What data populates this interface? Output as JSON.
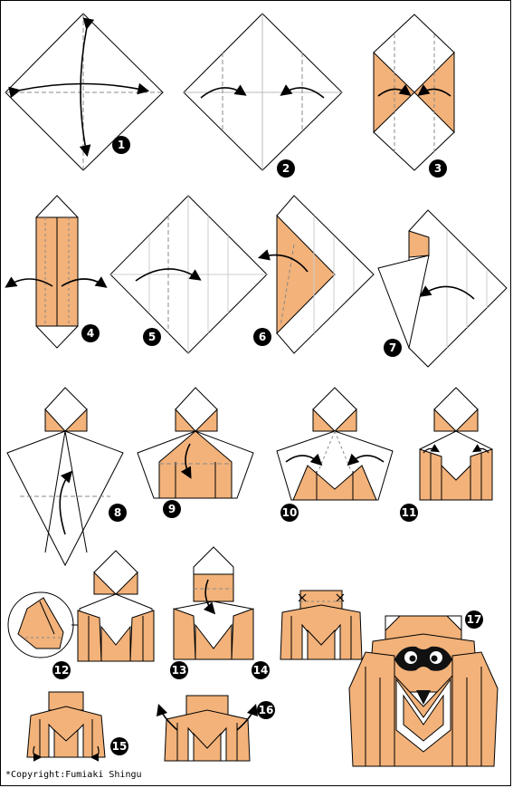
{
  "steps": [
    "1",
    "2",
    "3",
    "4",
    "5",
    "6",
    "7",
    "8",
    "9",
    "10",
    "11",
    "12",
    "13",
    "14",
    "15",
    "16",
    "17"
  ],
  "copyright": "*Copyright:Fumiaki Shingu",
  "colors": {
    "paper_color": "#f2b27a",
    "line": "#000000",
    "fold_line": "#888888",
    "background": "#ffffff"
  }
}
